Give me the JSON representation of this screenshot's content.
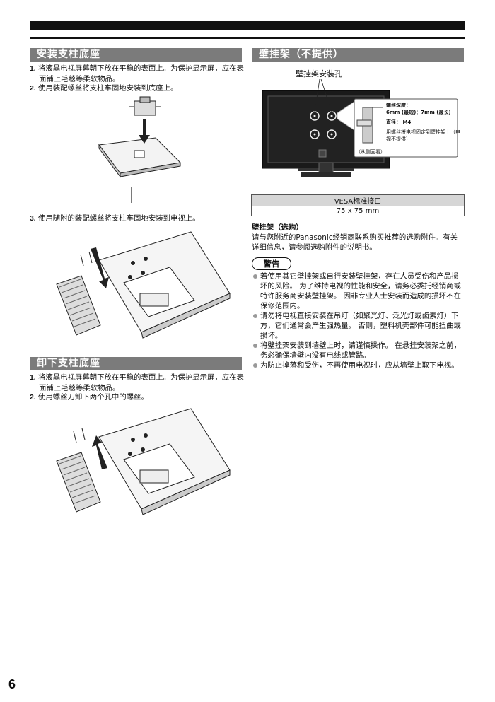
{
  "left": {
    "section1": {
      "title": "安装支柱底座",
      "steps": [
        {
          "num": "1.",
          "text": "将液晶电视屏幕朝下放在平稳的表面上。为保护显示屏，应在表面铺上毛毯等柔软物品。"
        },
        {
          "num": "2.",
          "text": "使用装配螺丝将支柱牢固地安装到底座上。"
        },
        {
          "num": "3.",
          "text": "使用随附的装配螺丝将支柱牢固地安装到电视上。"
        }
      ]
    },
    "section2": {
      "title": "卸下支柱底座",
      "steps": [
        {
          "num": "1.",
          "text": "将液晶电视屏幕朝下放在平稳的表面上。为保护显示屏，应在表面铺上毛毯等柔软物品。"
        },
        {
          "num": "2.",
          "text": "使用螺丝刀卸下两个孔中的螺丝。"
        }
      ]
    }
  },
  "right": {
    "title": "壁挂架（不提供）",
    "diagram": {
      "holes_label": "壁挂架安装孔",
      "depth_label": "螺丝深度：",
      "depth_value": "6mm (最短)：7mm (最长)",
      "diameter_label": "直径：",
      "diameter_value": "M4",
      "fix_note": "用螺丝将电视固定到壁挂架上（电视不提供）",
      "side_view": "（从侧面看）"
    },
    "vesa": {
      "header": "VESA标准接口",
      "value": "75 x 75 mm"
    },
    "optional": {
      "title": "壁挂架（选购）",
      "text": "请与您附近的Panasonic经销商联系购买推荐的选购附件。有关详细信息，请参阅选购附件的说明书。"
    },
    "warning": {
      "label": "警告",
      "items": [
        "若使用其它壁挂架或自行安装壁挂架，存在人员受伤和产品损坏的风险。 为了维持电视的性能和安全，请务必委托经销商或特许服务商安装壁挂架。 因非专业人士安装而造成的损坏不在保修范围内。",
        "请勿将电视直接安装在吊灯（如聚光灯、泛光灯或卤素灯）下方，它们通常会产生强热量。 否则，塑料机壳部件可能扭曲或损坏。",
        "将壁挂架安装到墙壁上时，请谨慎操作。 在悬挂安装架之前，务必确保墙壁内没有电线或管路。",
        "为防止掉落和受伤，不再使用电视时，应从墙壁上取下电视。"
      ]
    }
  },
  "page_number": "6"
}
